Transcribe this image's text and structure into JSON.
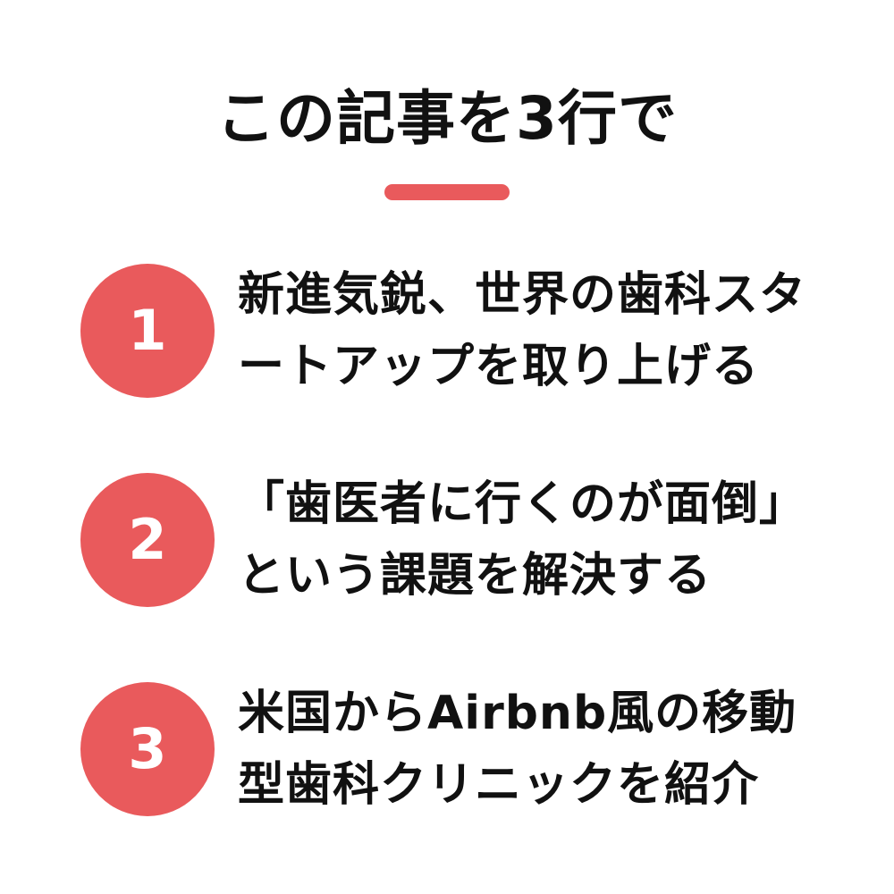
{
  "header": {
    "title": "この記事を3行で",
    "accent_color": "#e95a5c"
  },
  "items": [
    {
      "number": "1",
      "lines": [
        "新進気鋭、世界の歯科スタ",
        "ートアップを取り上げる"
      ]
    },
    {
      "number": "2",
      "lines": [
        "「歯医者に行くのが面倒」",
        "という課題を解決する"
      ]
    },
    {
      "number": "3",
      "lines": [
        "米国からAirbnb風の移動",
        "型歯科クリニックを紹介"
      ]
    }
  ]
}
